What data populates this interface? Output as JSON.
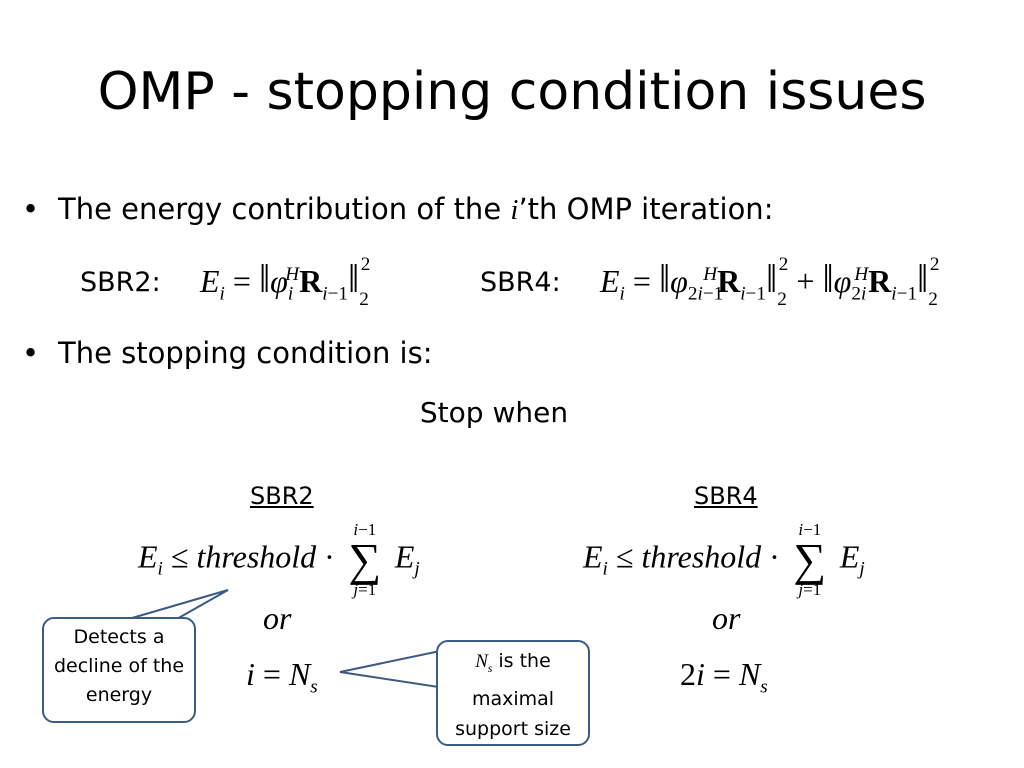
{
  "title": "OMP - stopping condition issues",
  "bullet1": {
    "before": "The energy contribution of the ",
    "var": "i",
    "after": "’th OMP iteration:"
  },
  "sbr2_label": "SBR2:",
  "sbr4_label": "SBR4:",
  "bullet2": "The stopping condition is:",
  "stop_when": "Stop when",
  "col_sbr2": "SBR2",
  "col_sbr4": "SBR4",
  "threshold": "threshold",
  "or": "or",
  "callout_left": [
    "Detects a",
    "decline of the",
    "energy"
  ],
  "callout_right": {
    "var": "N",
    "sub": "s",
    "line1_rest": " is the",
    "line2": "maximal",
    "line3": "support size"
  },
  "colors": {
    "callout_border": "#3b5b85"
  }
}
